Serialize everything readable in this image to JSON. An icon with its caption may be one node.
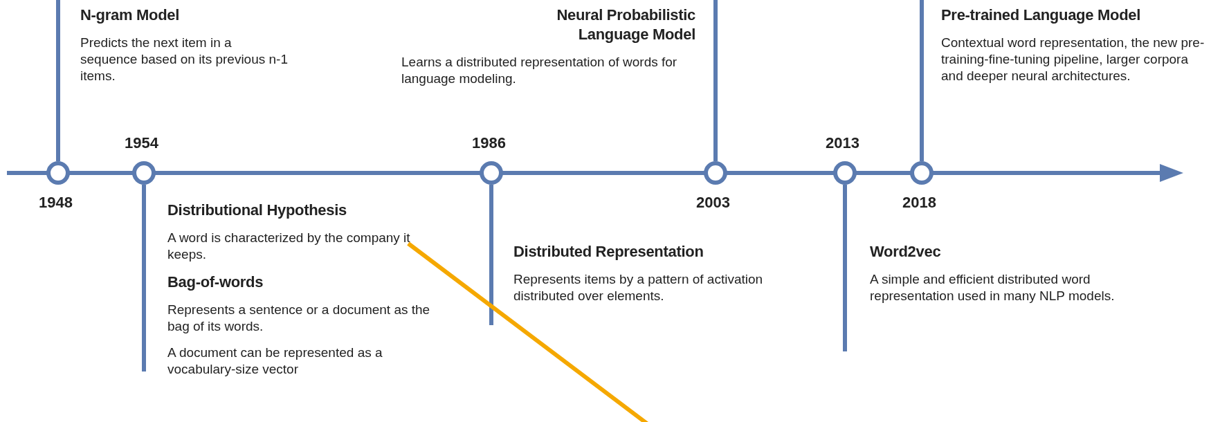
{
  "diagram": {
    "nodes": [
      {
        "text": [],
        "shape": "circle",
        "beside": [
          "1948"
        ]
      },
      {
        "text": [],
        "shape": "circle",
        "beside": [
          "1954"
        ]
      },
      {
        "text": [],
        "shape": "circle",
        "beside": [
          "1986"
        ]
      },
      {
        "text": [],
        "shape": "circle",
        "beside": [
          "2003"
        ]
      },
      {
        "text": [],
        "shape": "circle",
        "beside": [
          "2013"
        ]
      },
      {
        "text": [],
        "shape": "circle",
        "beside": [
          "2018"
        ]
      },
      {
        "text": [
          "N-gram Model",
          "Predicts the next item in a sequence based on its previous n-1 items."
        ]
      },
      {
        "text": [
          "Distributional Hypothesis",
          "A word is characterized by the company it keeps.",
          "Bag-of-words",
          "Represents a sentence or a document as the bag of its words.",
          "A document can be represented as a vocabulary-size vector"
        ]
      },
      {
        "text": [
          "Distributed Representation",
          "Represents items by a pattern of activation distributed over elements."
        ]
      },
      {
        "text": [
          "Neural Probabilistic Language Model",
          "Learns a distributed representation of words for language modeling."
        ]
      },
      {
        "text": [
          "Word2vec",
          "A simple and efficient distributed word representation used in many NLP models."
        ]
      },
      {
        "text": [
          "Pre-trained Language Model",
          "Contextual word representation, the new pre-training-fine-tuning pipeline, larger corpora and deeper neural architectures."
        ]
      }
    ],
    "edges": [
      {
        "from": 0,
        "to": 6,
        "arrow": "none"
      },
      {
        "from": 1,
        "to": 7,
        "arrow": "none"
      },
      {
        "from": 2,
        "to": 8,
        "arrow": "none"
      },
      {
        "from": 3,
        "to": 9,
        "arrow": "none"
      },
      {
        "from": 4,
        "to": 10,
        "arrow": "none"
      },
      {
        "from": 5,
        "to": 11,
        "arrow": "none"
      },
      {
        "from": 7,
        "to": null,
        "arrow": "none",
        "color": "#f5a800"
      }
    ]
  }
}
